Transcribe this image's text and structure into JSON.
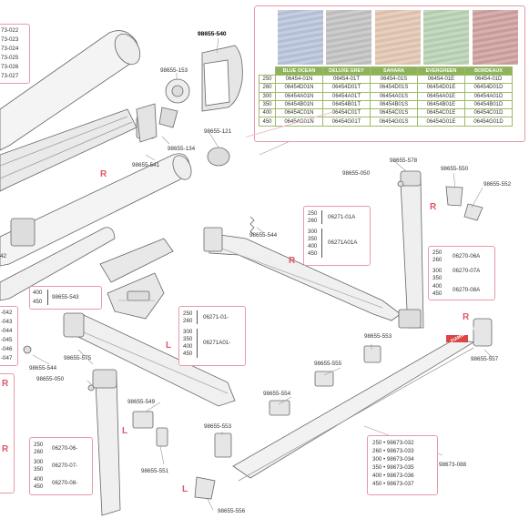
{
  "left_codes": [
    "73-022",
    "73-023",
    "73-024",
    "73-025",
    "73-026",
    "73-027"
  ],
  "left_codes2": [
    "-042",
    "-043",
    "-044",
    "-045",
    "-046",
    "-047"
  ],
  "left_small": "42",
  "parts": {
    "p540": "98655-540",
    "p153": "98655-153",
    "p134": "98655-134",
    "p121": "98655-121",
    "p541": "98655-541",
    "p050a": "98655-050",
    "p578": "98655-578",
    "p550": "98655-550",
    "p552": "98655-552",
    "p544a": "98655-544",
    "p543": "98655-543",
    "p575": "98655-575",
    "p544b": "98655-544",
    "p050b": "98655-050",
    "p549": "98655-549",
    "p551": "98655-551",
    "p553a": "98655-553",
    "p555": "98655-555",
    "p554": "98655-554",
    "p553b": "98655-553",
    "p556": "98655-556",
    "p557": "98655-557",
    "p088": "98673-088"
  },
  "fabric_table": {
    "colors": [
      {
        "name": "BLUE OCEAN",
        "swatch": "#b9c3da"
      },
      {
        "name": "DELUXE GREY",
        "swatch": "#c2c2c2"
      },
      {
        "name": "SAHARA",
        "swatch": "#e2c6b2"
      },
      {
        "name": "EVERGREEN",
        "swatch": "#b9d2b5"
      },
      {
        "name": "BORDEAUX",
        "swatch": "#cf9f9f"
      }
    ],
    "header_bg": "#8fb35a",
    "rows": [
      {
        "size": "250",
        "codes": [
          "06454-01N",
          "06454-01T",
          "06454-01S",
          "06454-01E",
          "06454-01D"
        ]
      },
      {
        "size": "260",
        "codes": [
          "06454D01N",
          "06454D01T",
          "06454D01S",
          "06454D01E",
          "06454D01D"
        ]
      },
      {
        "size": "300",
        "codes": [
          "06454A01N",
          "06454A01T",
          "06454A01S",
          "06454A01E",
          "06454A01D"
        ]
      },
      {
        "size": "350",
        "codes": [
          "06454B01N",
          "06454B01T",
          "06454B01S",
          "06454B01E",
          "06454B01D"
        ]
      },
      {
        "size": "400",
        "codes": [
          "06454C01N",
          "06454C01T",
          "06454C01S",
          "06454C01E",
          "06454C01D"
        ]
      },
      {
        "size": "450",
        "codes": [
          "06454G01N",
          "06454G01T",
          "06454G01S",
          "06454G01E",
          "06454G01D"
        ]
      }
    ]
  },
  "box_543": {
    "sizes": [
      "400",
      "450"
    ],
    "code": "98655-543"
  },
  "box_06271": {
    "sizes": [
      "250",
      "260",
      "300",
      "350",
      "400",
      "450"
    ],
    "codes": [
      "06271-01A",
      "06271A01A"
    ]
  },
  "box_06270_right": {
    "sizes": [
      "250",
      "260",
      "300",
      "350",
      "400",
      "450"
    ],
    "codes": [
      "06270-06A",
      "06270-07A",
      "06270-08A"
    ]
  },
  "box_06271_left": {
    "sizes": [
      "250",
      "260",
      "300",
      "350",
      "400",
      "450"
    ],
    "codes": [
      "06271-01-",
      "06271A01-"
    ]
  },
  "box_06270_left": {
    "sizes": [
      "250",
      "260",
      "300",
      "350",
      "400",
      "450"
    ],
    "codes": [
      "06270-06-",
      "06270-07-",
      "06270-08-"
    ]
  },
  "box_98673": {
    "rows": [
      "250 • 98673-032",
      "260 • 98673-033",
      "300 • 98673-034",
      "350 • 98673-035",
      "400 • 98673-036",
      "450 • 98673-037"
    ]
  },
  "marks": {
    "R": "R",
    "L": "L"
  },
  "bar_logo": "FIAMMA F45"
}
